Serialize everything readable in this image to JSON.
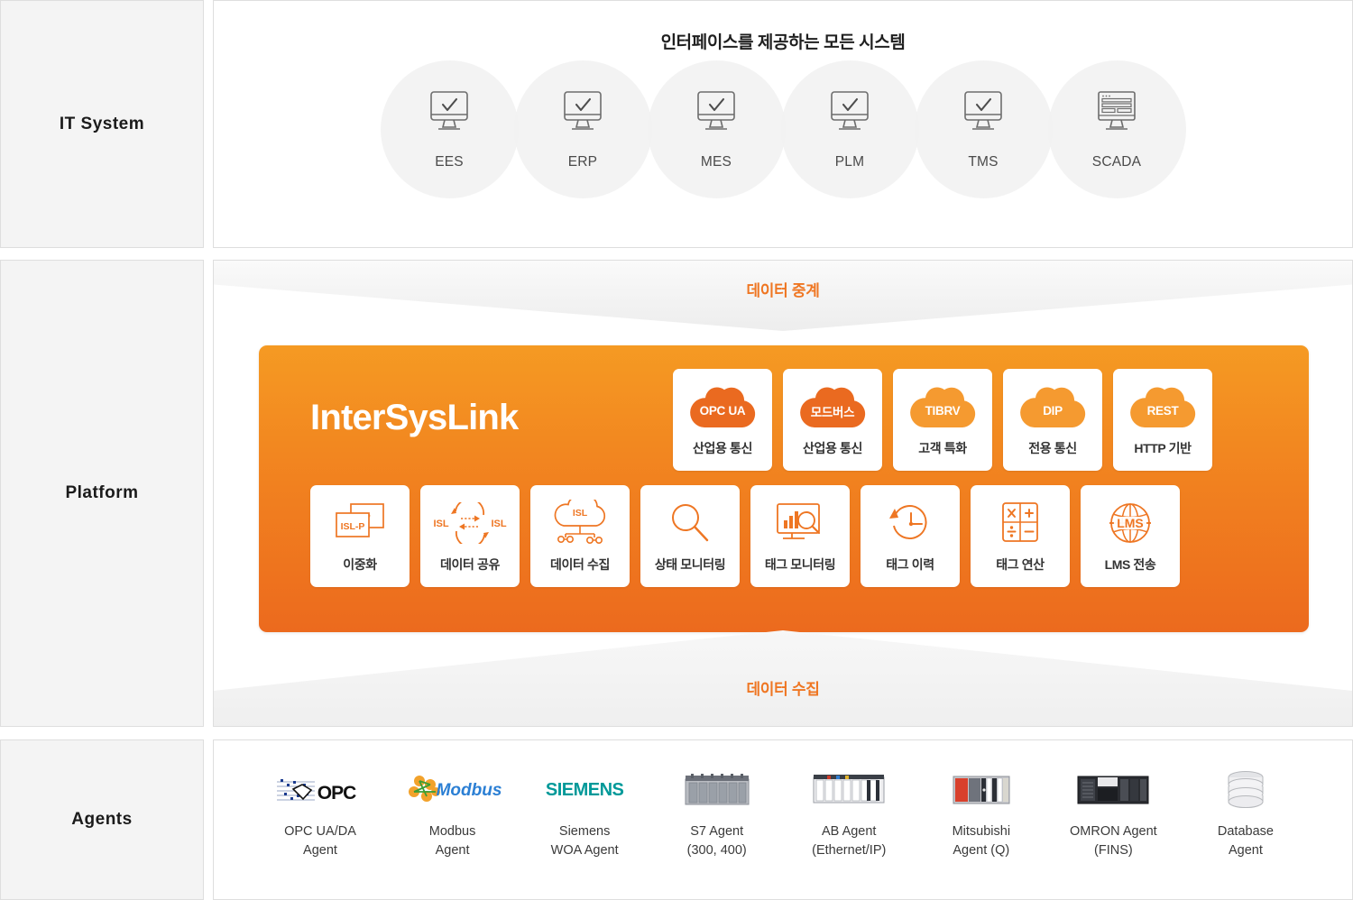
{
  "sections": {
    "it_system": {
      "label": "IT System",
      "title": "인터페이스를 제공하는 모든 시스템",
      "systems": [
        {
          "name": "EES",
          "icon": "monitor-check-icon"
        },
        {
          "name": "ERP",
          "icon": "monitor-check-icon"
        },
        {
          "name": "MES",
          "icon": "monitor-check-icon"
        },
        {
          "name": "PLM",
          "icon": "monitor-check-icon"
        },
        {
          "name": "TMS",
          "icon": "monitor-check-icon"
        },
        {
          "name": "SCADA",
          "icon": "monitor-dashboard-icon"
        }
      ]
    },
    "platform": {
      "label": "Platform",
      "arrow_top_label": "데이터 중계",
      "arrow_bottom_label": "데이터 수집",
      "product_name": "InterSysLink",
      "protocol_cards": [
        {
          "tag": "OPC UA",
          "label": "산업용 통신",
          "icon": "cloud-icon",
          "tone": "dark"
        },
        {
          "tag": "모드버스",
          "label": "산업용 통신",
          "icon": "cloud-icon",
          "tone": "dark"
        },
        {
          "tag": "TIBRV",
          "label": "고객 특화",
          "icon": "cloud-icon",
          "tone": "light"
        },
        {
          "tag": "DIP",
          "label": "전용 통신",
          "icon": "cloud-icon",
          "tone": "light"
        },
        {
          "tag": "REST",
          "label": "HTTP 기반",
          "icon": "cloud-icon",
          "tone": "light"
        }
      ],
      "feature_cards": [
        {
          "label": "이중화",
          "icon": "isl-p-duplex-icon",
          "tag": "ISL-P"
        },
        {
          "label": "데이터 공유",
          "icon": "isl-exchange-icon",
          "tag": "ISL"
        },
        {
          "label": "데이터 수집",
          "icon": "isl-cloud-collect-icon",
          "tag": "ISL"
        },
        {
          "label": "상태 모니터링",
          "icon": "magnifier-icon",
          "tag": ""
        },
        {
          "label": "태그 모니터링",
          "icon": "chart-monitor-search-icon",
          "tag": ""
        },
        {
          "label": "태그 이력",
          "icon": "clock-history-icon",
          "tag": ""
        },
        {
          "label": "태그 연산",
          "icon": "calculator-icon",
          "tag": ""
        },
        {
          "label": "LMS 전송",
          "icon": "globe-lms-icon",
          "tag": "LMS"
        }
      ]
    },
    "agents": {
      "label": "Agents",
      "items": [
        {
          "label": "OPC UA/DA\nAgent",
          "line1": "OPC UA/DA",
          "line2": "Agent",
          "logo": "opc-logo"
        },
        {
          "label": "Modbus\nAgent",
          "line1": "Modbus",
          "line2": "Agent",
          "logo": "modbus-logo"
        },
        {
          "label": "Siemens\nWOA Agent",
          "line1": "Siemens",
          "line2": "WOA Agent",
          "logo": "siemens-logo"
        },
        {
          "label": "S7 Agent\n(300, 400)",
          "line1": "S7 Agent",
          "line2": "(300, 400)",
          "logo": "plc-grey-logo"
        },
        {
          "label": "AB Agent\n(Ethernet/IP)",
          "line1": "AB Agent",
          "line2": "(Ethernet/IP)",
          "logo": "plc-white-logo"
        },
        {
          "label": "Mitsubishi\nAgent (Q)",
          "line1": "Mitsubishi",
          "line2": "Agent (Q)",
          "logo": "plc-red-logo"
        },
        {
          "label": "OMRON Agent\n(FINS)",
          "line1": "OMRON Agent",
          "line2": "(FINS)",
          "logo": "plc-black-logo"
        },
        {
          "label": "Database\nAgent",
          "line1": "Database",
          "line2": "Agent",
          "logo": "database-logo"
        }
      ]
    }
  },
  "colors": {
    "accent_orange": "#ef7622",
    "panel_gradient_top": "#f59a23",
    "panel_gradient_bottom": "#ec6a1e",
    "cloud_dark": "#ea6a20",
    "cloud_light": "#f59a30",
    "panel_bg": "#f4f4f4",
    "border": "#dedede"
  }
}
